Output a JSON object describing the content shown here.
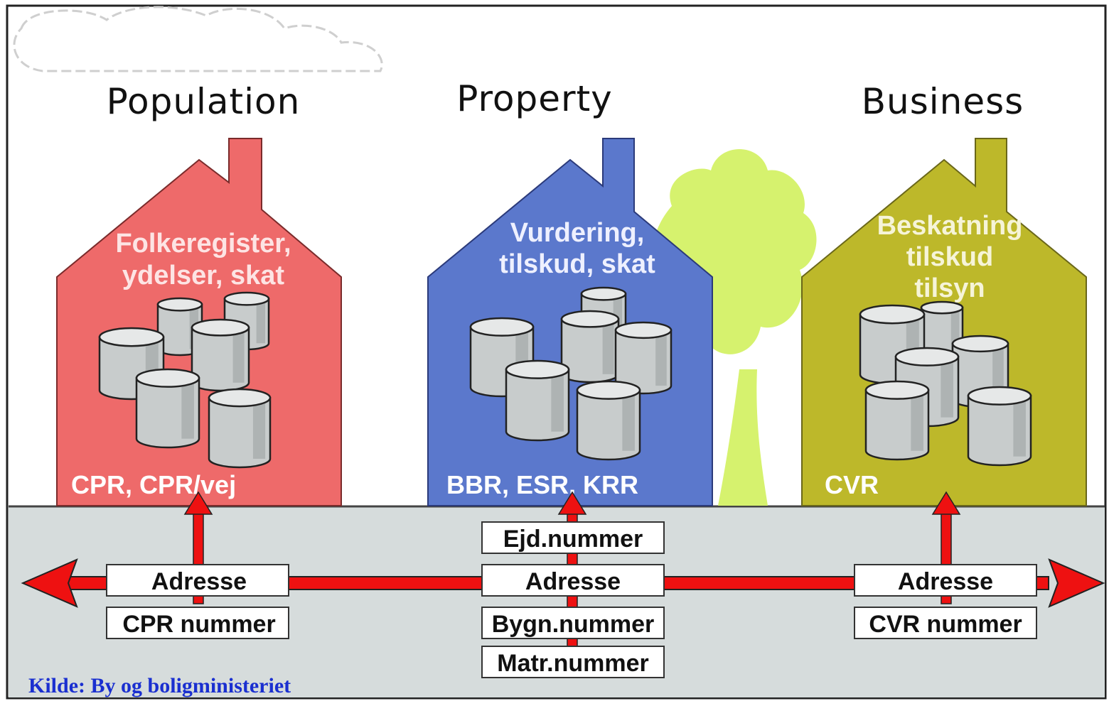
{
  "columns": [
    {
      "heading": "Population",
      "roof_lines": [
        "Folkeregister,",
        "ydelser, skat"
      ],
      "registers": "CPR, CPR/vej",
      "keys": [
        "Adresse",
        "CPR nummer"
      ],
      "color": "#ee6a6a"
    },
    {
      "heading": "Property",
      "roof_lines": [
        "Vurdering,",
        "tilskud, skat"
      ],
      "registers": "BBR, ESR, KRR",
      "keys": [
        "Ejd.nummer",
        "Adresse",
        "Bygn.nummer",
        "Matr.nummer"
      ],
      "color": "#5b78cc"
    },
    {
      "heading": "Business",
      "roof_lines": [
        "Beskatning",
        "tilskud",
        "tilsyn"
      ],
      "registers": "CVR",
      "keys": [
        "Adresse",
        "CVR nummer"
      ],
      "color": "#bdb82a"
    }
  ],
  "source": "Kilde: By og boligministeriet",
  "colors": {
    "ground": "#d6dcdc",
    "arrow": "#ee1111",
    "tree": "#d6f26e",
    "cylinder": "#c8cccc"
  }
}
